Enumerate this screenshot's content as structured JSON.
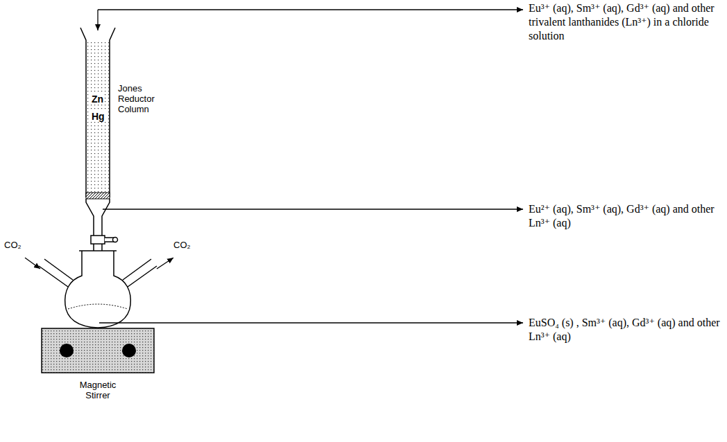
{
  "diagram": {
    "labels": [
      "Eu³⁺ (aq), Sm³⁺ (aq), Gd³⁺ (aq) and other trivalent lanthanides (Ln³⁺) in a chloride solution",
      "Jones Reductor Column",
      "Zn",
      "Hg",
      "Eu²⁺ (aq), Sm³⁺ (aq), Gd³⁺ (aq) and other Ln³⁺ (aq)",
      "CO₂",
      "CO₂",
      "EuSO₄ (s) , Sm³⁺ (aq), Gd³⁺ (aq) and other Ln³⁺ (aq)",
      "Magnetic Stirrer"
    ]
  }
}
